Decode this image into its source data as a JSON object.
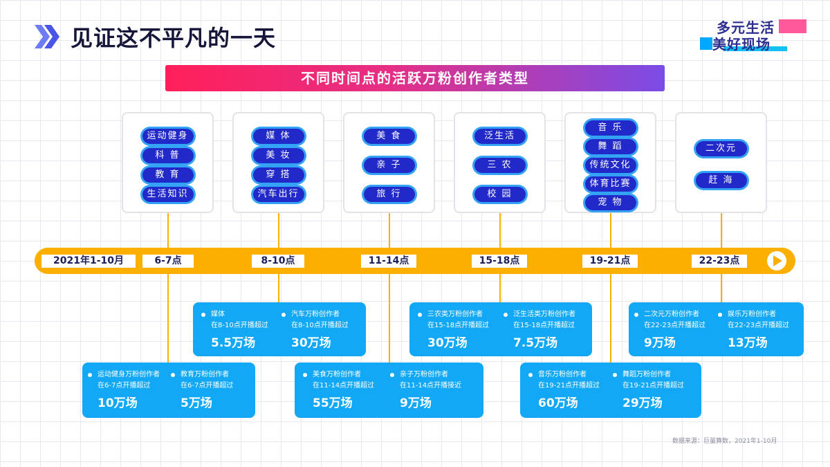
{
  "header": {
    "title": "见证这不平凡的一天",
    "logo_line1": "多元生活",
    "logo_line2": "美好现场",
    "banner": "不同时间点的活跃万粉创作者类型"
  },
  "timeline": {
    "start_label": "2021年1-10月",
    "slots": [
      {
        "time": "6-7点",
        "categories": [
          "运动健身",
          "科 普",
          "教 育",
          "生活知识"
        ]
      },
      {
        "time": "8-10点",
        "categories": [
          "媒 体",
          "美 妆",
          "穿 搭",
          "汽车出行"
        ]
      },
      {
        "time": "11-14点",
        "categories": [
          "美 食",
          "亲 子",
          "旅 行"
        ]
      },
      {
        "time": "15-18点",
        "categories": [
          "泛生活",
          "三 农",
          "校 园"
        ]
      },
      {
        "time": "19-21点",
        "categories": [
          "音 乐",
          "舞 蹈",
          "传统文化",
          "体育比赛",
          "宠 物"
        ]
      },
      {
        "time": "22-23点",
        "categories": [
          "二次元",
          "赶 海"
        ]
      }
    ]
  },
  "cards": [
    {
      "items": [
        {
          "name": "运动健身万粉创作者",
          "desc": "在6-7点开播超过",
          "value": "10万场"
        },
        {
          "name": "教育万粉创作者",
          "desc": "在6-7点开播超过",
          "value": "5万场"
        }
      ]
    },
    {
      "items": [
        {
          "name": "媒体",
          "desc": "在8-10点开播超过",
          "value": "5.5万场"
        },
        {
          "name": "汽车万粉创作者",
          "desc": "在8-10点开播超过",
          "value": "30万场"
        }
      ]
    },
    {
      "items": [
        {
          "name": "美食万粉创作者",
          "desc": "在11-14点开播超过",
          "value": "55万场"
        },
        {
          "name": "亲子万粉创作者",
          "desc": "在11-14点开播接近",
          "value": "9万场"
        }
      ]
    },
    {
      "items": [
        {
          "name": "三农类万粉创作者",
          "desc": "在15-18点开播超过",
          "value": "30万场"
        },
        {
          "name": "泛生活类万粉创作者",
          "desc": "在15-18点开播超过",
          "value": "7.5万场"
        }
      ]
    },
    {
      "items": [
        {
          "name": "音乐万粉创作者",
          "desc": "在19-21点开播超过",
          "value": "60万场"
        },
        {
          "name": "舞蹈万粉创作者",
          "desc": "在19-21点开播超过",
          "value": "29万场"
        }
      ]
    },
    {
      "items": [
        {
          "name": "二次元万粉创作者",
          "desc": "在22-23点开播超过",
          "value": "9万场"
        },
        {
          "name": "娱乐万粉创作者",
          "desc": "在22-23点开播超过",
          "value": "13万场"
        }
      ]
    }
  ],
  "source": "数据来源：巨量算数，2021年1-10月",
  "colors": {
    "accent_yellow": "#fbb000",
    "card_blue": "#12a8f5",
    "pill_navy": "#2229c9",
    "banner_start": "#ff1f5a",
    "banner_end": "#7a4ce6"
  }
}
